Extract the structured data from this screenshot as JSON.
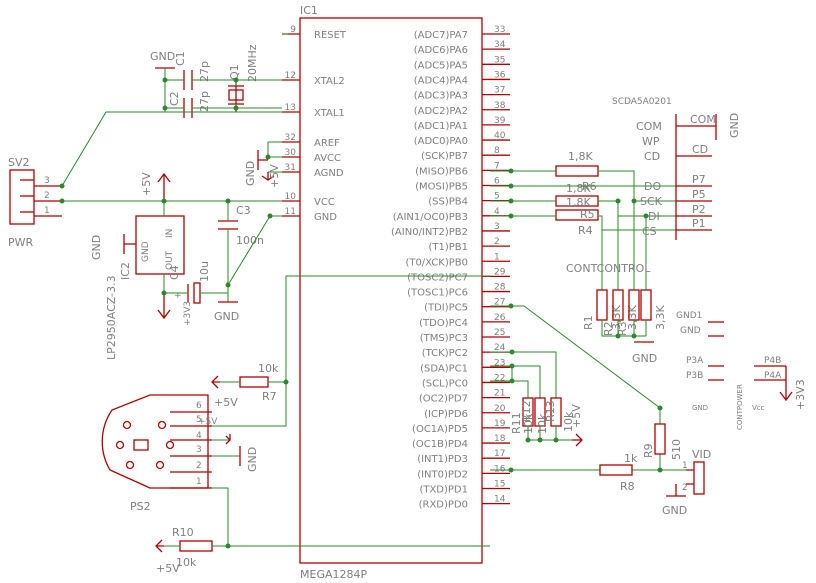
{
  "ic1": {
    "name": "IC1",
    "value": "MEGA1284P",
    "left_pins": [
      {
        "name": "RESET",
        "num": "9"
      },
      {
        "name": "XTAL2",
        "num": "12"
      },
      {
        "name": "XTAL1",
        "num": "13"
      },
      {
        "name": "AREF",
        "num": "32"
      },
      {
        "name": "AVCC",
        "num": "30"
      },
      {
        "name": "AGND",
        "num": "31"
      },
      {
        "name": "VCC",
        "num": "10"
      },
      {
        "name": "GND",
        "num": "11"
      }
    ],
    "right_pins": [
      {
        "name": "(ADC7)PA7",
        "num": "33"
      },
      {
        "name": "(ADC6)PA6",
        "num": "34"
      },
      {
        "name": "(ADC5)PA5",
        "num": "35"
      },
      {
        "name": "(ADC4)PA4",
        "num": "36"
      },
      {
        "name": "(ADC3)PA3",
        "num": "37"
      },
      {
        "name": "(ADC2)PA2",
        "num": "38"
      },
      {
        "name": "(ADC1)PA1",
        "num": "39"
      },
      {
        "name": "(ADC0)PA0",
        "num": "40"
      },
      {
        "name": "(SCK)PB7",
        "num": "8"
      },
      {
        "name": "(MISO)PB6",
        "num": "7"
      },
      {
        "name": "(MOSI)PB5",
        "num": "6"
      },
      {
        "name": "(SS)PB4",
        "num": "5"
      },
      {
        "name": "(AIN1/OC0)PB3",
        "num": "4"
      },
      {
        "name": "(AIN0/INT2)PB2",
        "num": "3"
      },
      {
        "name": "(T1)PB1",
        "num": "2"
      },
      {
        "name": "(T0/XCK)PB0",
        "num": "1"
      },
      {
        "name": "(TOSC2)PC7",
        "num": "29"
      },
      {
        "name": "(TOSC1)PC6",
        "num": "28"
      },
      {
        "name": "(TDI)PC5",
        "num": "27"
      },
      {
        "name": "(TDO)PC4",
        "num": "26"
      },
      {
        "name": "(TMS)PC3",
        "num": "25"
      },
      {
        "name": "(TCK)PC2",
        "num": "24"
      },
      {
        "name": "(SDA)PC1",
        "num": "23"
      },
      {
        "name": "(SCL)PC0",
        "num": "22"
      },
      {
        "name": "(OC2)PD7",
        "num": "21"
      },
      {
        "name": "(ICP)PD6",
        "num": "20"
      },
      {
        "name": "(OC1A)PD5",
        "num": "19"
      },
      {
        "name": "(OC1B)PD4",
        "num": "18"
      },
      {
        "name": "(INT1)PD3",
        "num": "17"
      },
      {
        "name": "(INT0)PD2",
        "num": "16"
      },
      {
        "name": "(TXD)PD1",
        "num": "15"
      },
      {
        "name": "(RXD)PD0",
        "num": "14"
      }
    ]
  },
  "crystal": {
    "name": "Q1",
    "value": "20MHz"
  },
  "caps": {
    "c1": {
      "name": "C1",
      "value": "27p"
    },
    "c2": {
      "name": "C2",
      "value": "27p"
    },
    "c3": {
      "name": "C3",
      "value": "100n"
    },
    "c4": {
      "name": "C4",
      "value": "10u"
    }
  },
  "regulator": {
    "name": "IC2",
    "value": "LP2950ACZ-3.3",
    "pin_in": "IN",
    "pin_gnd": "GND",
    "pin_out": "OUT"
  },
  "sv2": {
    "name": "SV2",
    "label": "PWR",
    "pins": [
      "3",
      "2",
      "1"
    ]
  },
  "ps2": {
    "name": "PS2",
    "pins": [
      "6",
      "5",
      "4",
      "3",
      "2",
      "1"
    ]
  },
  "resistors": {
    "r1": {
      "name": "R1",
      "value": "3,3K"
    },
    "r2": {
      "name": "R2",
      "value": "3,3K"
    },
    "r3": {
      "name": "R3",
      "value": "3,3K"
    },
    "r4": {
      "name": "R4",
      "value": "1,8K"
    },
    "r5": {
      "name": "R5",
      "value": "1,8K"
    },
    "r6": {
      "name": "R6",
      "value": "1,8K"
    },
    "r7": {
      "name": "R7",
      "value": "10k"
    },
    "r8": {
      "name": "R8",
      "value": "1k"
    },
    "r9": {
      "name": "R9",
      "value": "510"
    },
    "r10": {
      "name": "R10",
      "value": "10k"
    },
    "r11": {
      "name": "R11",
      "value": "10k"
    },
    "r12": {
      "name": "R12",
      "value": "10k"
    },
    "r13": {
      "name": "R13",
      "value": "10k"
    }
  },
  "sd_connector": {
    "part": "SCDA5A0201",
    "pins": [
      "COM",
      "WP",
      "CD",
      "DO",
      "SCK",
      "DI",
      "CS"
    ],
    "pads": [
      "COM",
      "CD",
      "P7",
      "P5",
      "P2",
      "P1"
    ],
    "gnd": "GND",
    "label": "CONTCONTROL"
  },
  "power_connector": {
    "label": "CONTPOWER",
    "left_pads": [
      "GND1",
      "GND",
      "P3A",
      "P3B",
      "GND"
    ],
    "right_pads": [
      "P4B",
      "P4A",
      "Vcc"
    ],
    "supply": "+3V3"
  },
  "vid": {
    "name": "VID",
    "pins": [
      "1",
      "2"
    ]
  },
  "supply_labels": {
    "gnd": "GND",
    "v5": "+5V",
    "v33": "+3V3"
  }
}
